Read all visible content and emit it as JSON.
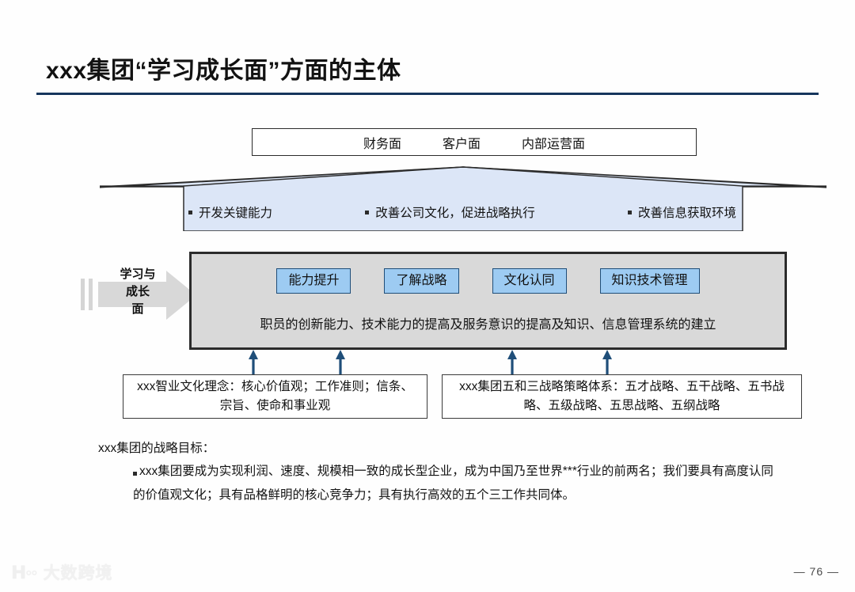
{
  "slide": {
    "title": "xxx集团“学习成长面”方面的主体",
    "page_number": "— 76 —",
    "accent_color": "#16365c",
    "chip_fill": "#9dcbf2",
    "banner_fill": "#dce6f7",
    "main_box_fill": "#d9d9d9"
  },
  "perspectives": {
    "items": [
      {
        "label": "财务面"
      },
      {
        "label": "客户面"
      },
      {
        "label": "内部运营面"
      }
    ]
  },
  "banner": {
    "items": [
      {
        "label": "开发关键能力"
      },
      {
        "label": "改善公司文化，促进战略执行"
      },
      {
        "label": "改善信息获取环境"
      }
    ]
  },
  "left_arrow": {
    "label": "学习与\n成长\n面",
    "line1": "学习与",
    "line2": "成长",
    "line3": "面"
  },
  "main_box": {
    "chips": [
      {
        "label": "能力提升"
      },
      {
        "label": "了解战略"
      },
      {
        "label": "文化认同"
      },
      {
        "label": "知识技术管理"
      }
    ],
    "description": "职员的创新能力、技术能力的提高及服务意识的提高及知识、信息管理系统的建立"
  },
  "bottom_boxes": {
    "left": "xxx智业文化理念：核心价值观；工作准则；信条、宗旨、使命和事业观",
    "right": "xxx集团五和三战略策略体系：五才战略、五干战略、五书战略、五级战略、五思战略、五纲战略"
  },
  "narrative": {
    "lead": "xxx集团的战略目标：",
    "body": "xxx集团要成为实现利润、速度、规模相一致的成长型企业，成为中国乃至世界***行业的前两名；我们要具有高度认同的价值观文化；具有品格鲜明的核心竞争力；具有执行高效的五个三工作共同体。"
  },
  "watermark": {
    "mark": "ᕼ◦◦",
    "text": "大数跨境"
  }
}
